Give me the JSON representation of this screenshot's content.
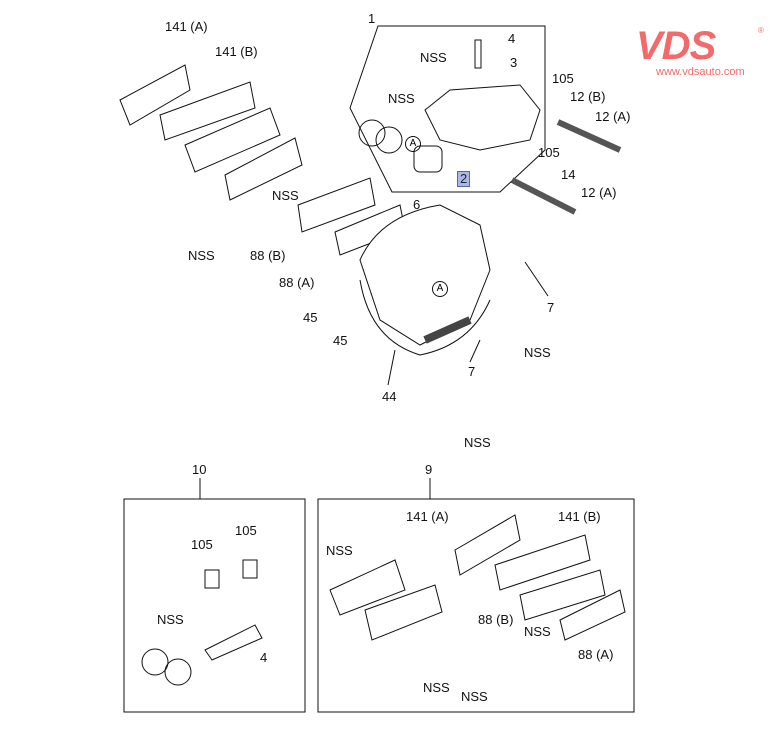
{
  "logo": {
    "brand": "VDS",
    "url": "www.vdsauto.com",
    "color": "#f26a6a"
  },
  "highlight_color": "#aab8e8",
  "labels": {
    "l141a_top": "141 (A)",
    "l141b_top": "141 (B)",
    "l1": "1",
    "l4_top": "4",
    "l3": "3",
    "nss_caliper": "NSS",
    "nss_seals": "NSS",
    "l105_a": "105",
    "l12b": "12 (B)",
    "l12a_a": "12 (A)",
    "l105_b": "105",
    "l14": "14",
    "l12a_b": "12 (A)",
    "l2": "2",
    "circA1": "A",
    "circA2": "A",
    "nss_clip": "NSS",
    "l6": "6",
    "nss_pads": "NSS",
    "l88b_top": "88 (B)",
    "l88a_top": "88 (A)",
    "l7_a": "7",
    "l45_a": "45",
    "l45_b": "45",
    "l7_b": "7",
    "nss_clips_r": "NSS",
    "l44": "44",
    "nss_clips_b": "NSS",
    "l10": "10",
    "l9": "9",
    "l105_k1": "105",
    "l105_k2": "105",
    "nss_kit": "NSS",
    "l4_kit": "4",
    "l141a_k": "141 (A)",
    "l141b_k": "141 (B)",
    "nss_kpads": "NSS",
    "l88b_k": "88 (B)",
    "nss_kclip": "NSS",
    "l88a_k": "88 (A)",
    "nss_kpads2": "NSS",
    "nss_kclips": "NSS"
  }
}
